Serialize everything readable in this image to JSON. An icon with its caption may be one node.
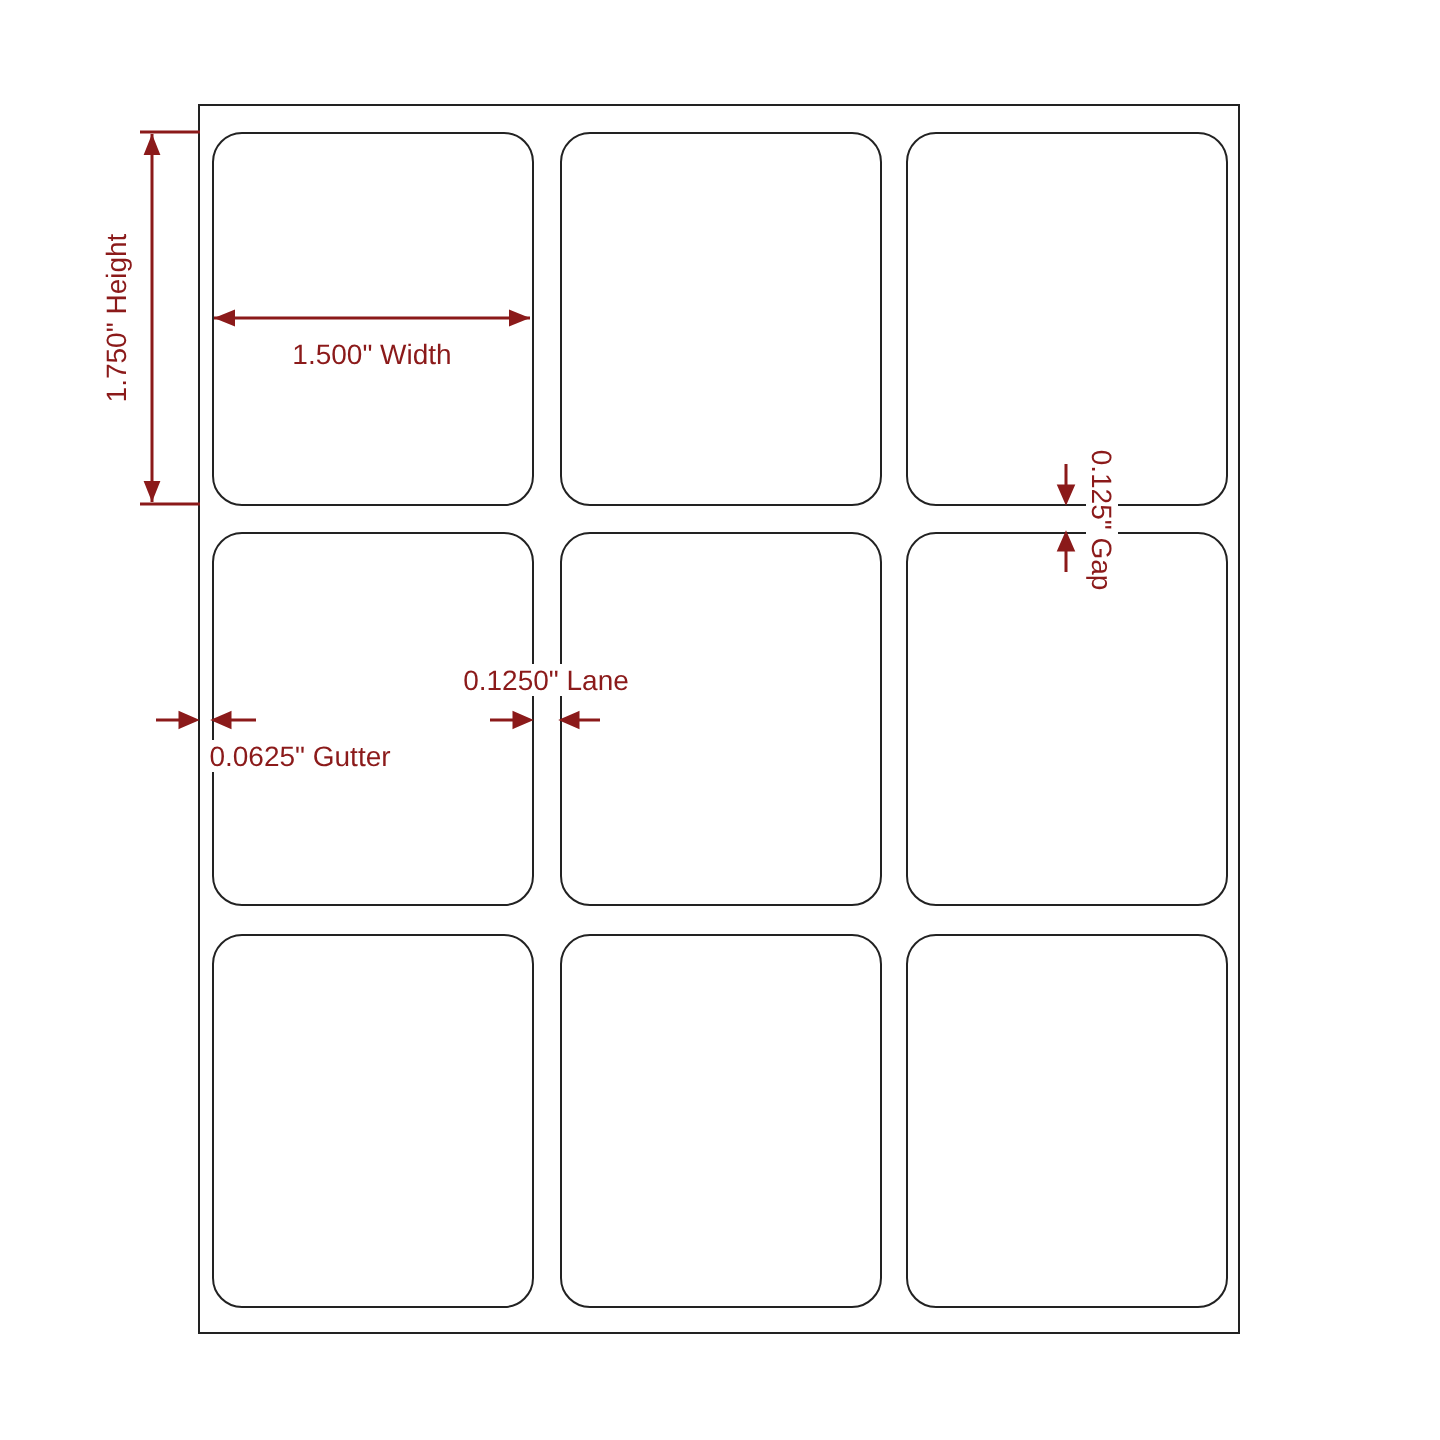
{
  "diagram": {
    "nodes": [
      {
        "text": [],
        "shape": "box"
      },
      {
        "text": [],
        "shape": "box",
        "in": 0
      },
      {
        "text": [],
        "shape": "box",
        "in": 0
      },
      {
        "text": [],
        "shape": "box",
        "in": 0
      },
      {
        "text": [],
        "shape": "box",
        "in": 0
      },
      {
        "text": [],
        "shape": "box",
        "in": 0
      },
      {
        "text": [],
        "shape": "box",
        "in": 0
      },
      {
        "text": [],
        "shape": "box",
        "in": 0
      },
      {
        "text": [],
        "shape": "box",
        "in": 0
      },
      {
        "text": [],
        "shape": "box",
        "in": 0
      }
    ],
    "labels": [
      "1.750\" Height",
      "1.500\" Width",
      "0.125\" Gap",
      "0.1250\" Lane",
      "0.0625\" Gutter"
    ]
  }
}
